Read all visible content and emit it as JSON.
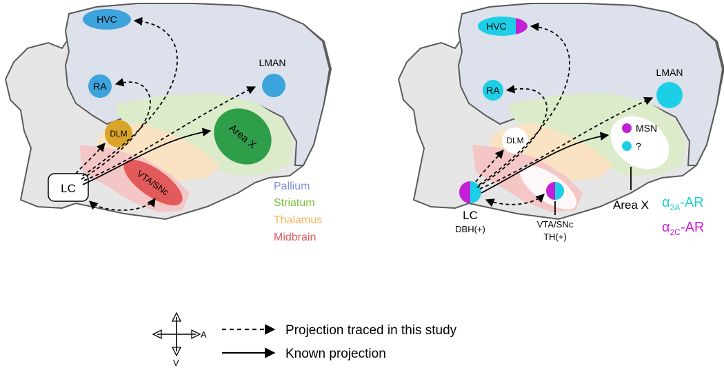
{
  "left_panel": {
    "regions": {
      "hvc": "HVC",
      "ra": "RA",
      "lman": "LMAN",
      "dlm": "DLM",
      "area_x": "Area X",
      "vta": "VTA/SNc",
      "lc": "LC"
    },
    "legend": [
      {
        "label": "Pallium",
        "color": "#7f8fd6"
      },
      {
        "label": "Striatum",
        "color": "#7bbf3a"
      },
      {
        "label": "Thalamus",
        "color": "#f2b256"
      },
      {
        "label": "Midbrain",
        "color": "#e35a5a"
      }
    ]
  },
  "right_panel": {
    "regions": {
      "hvc": "HVC",
      "ra": "RA",
      "lman": "LMAN",
      "dlm": "DLM",
      "msn": "MSN",
      "unknown": "?",
      "area_x": "Area X",
      "lc": "LC",
      "lc_sub": "DBH(+)",
      "vta": "VTA/SNc",
      "vta_sub": "TH(+)"
    },
    "receptors": {
      "alpha2a_base": "α",
      "alpha2a_sub": "2A",
      "alpha2a_suffix": "-AR",
      "alpha2a_color": "#1ccfd6",
      "alpha2c_base": "α",
      "alpha2c_sub": "2C",
      "alpha2c_suffix": "-AR",
      "alpha2c_color": "#d61ce0"
    }
  },
  "compass": {
    "anterior": "A",
    "ventral": "V"
  },
  "key": {
    "dashed": "Projection traced in this study",
    "solid": "Known projection"
  },
  "colors": {
    "pallium_fill": "#dde1eb",
    "striatum_fill": "#dcebc9",
    "thalamus_fill": "#f9e3c3",
    "midbrain_fill": "#f5c6c6",
    "brain_outline": "#5a5a5a",
    "left_node": "#3da3dd",
    "cyan": "#1ccfe6",
    "magenta": "#c21fd6",
    "area_x_green": "#2f9e4a"
  }
}
